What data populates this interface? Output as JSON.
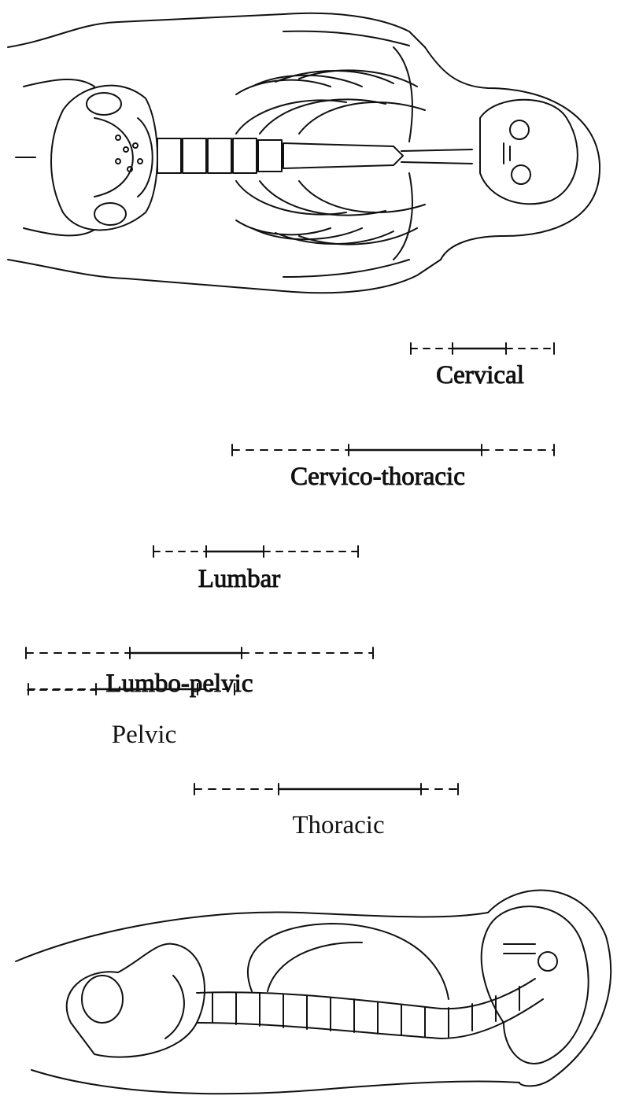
{
  "diagram": {
    "ink_color": "#111111",
    "top_view": {
      "name": "supine-skeleton-front"
    },
    "bottom_view": {
      "name": "lateral-skeleton-side"
    },
    "regions": [
      {
        "label": "Cervical"
      },
      {
        "label": "Cervico-thoracic"
      },
      {
        "label": "Lumbar"
      },
      {
        "label": "Lumbo-pelvic"
      },
      {
        "label": "Pelvic"
      },
      {
        "label": "Thoracic"
      }
    ]
  }
}
